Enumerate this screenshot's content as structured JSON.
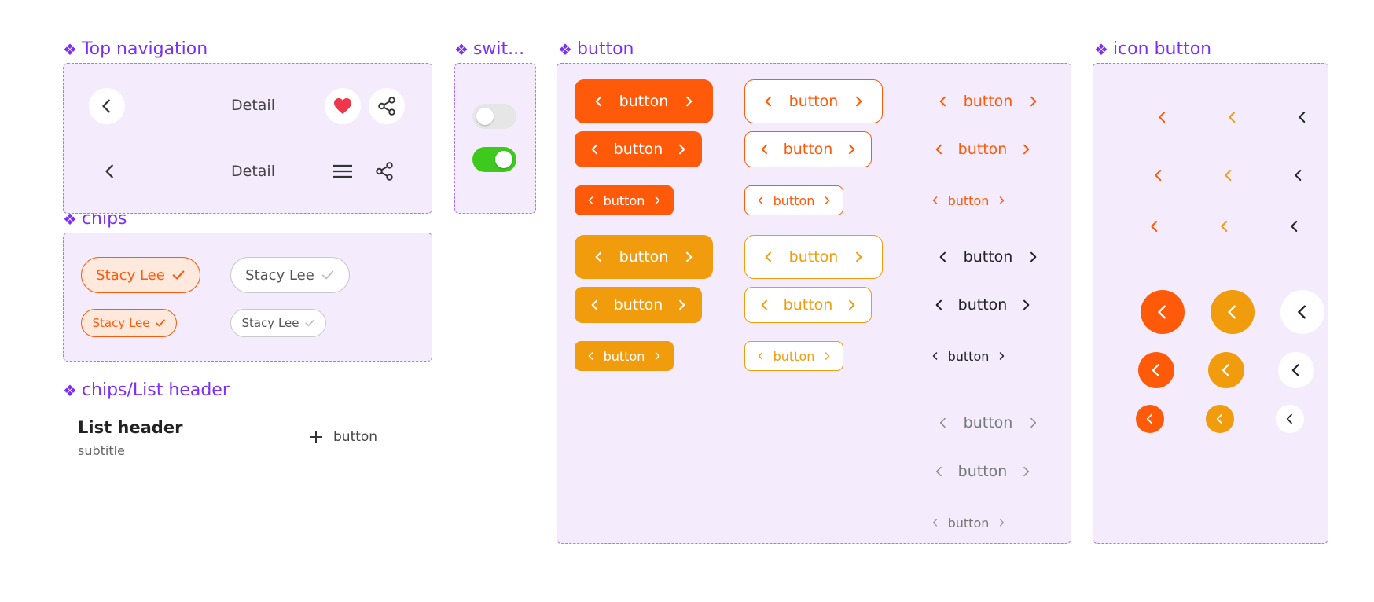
{
  "sections": {
    "top_navigation": "Top navigation",
    "switch": "swit...",
    "button": "button",
    "icon_button": "icon button",
    "chips": "chips",
    "chips_list_header": "chips/List header"
  },
  "top_navigation": {
    "row1_title": "Detail",
    "row2_title": "Detail"
  },
  "switches": [
    {
      "state": "off"
    },
    {
      "state": "on"
    }
  ],
  "chips": {
    "label": "Stacy Lee"
  },
  "buttons": {
    "label": "button"
  },
  "list_header": {
    "title": "List header",
    "subtitle": "subtitle",
    "action_label": "button"
  },
  "colors": {
    "primary": "#ff5a0a",
    "secondary": "#f09c0c",
    "frame_border": "#a874f5",
    "frame_bg": "#f4ecfd",
    "switch_on": "#3ec91f",
    "switch_off": "#e6e6e6",
    "heart": "#f0364a"
  },
  "icons": [
    "chevron-left-icon",
    "chevron-right-icon",
    "heart-icon",
    "share-icon",
    "menu-icon",
    "check-icon",
    "plus-icon"
  ]
}
